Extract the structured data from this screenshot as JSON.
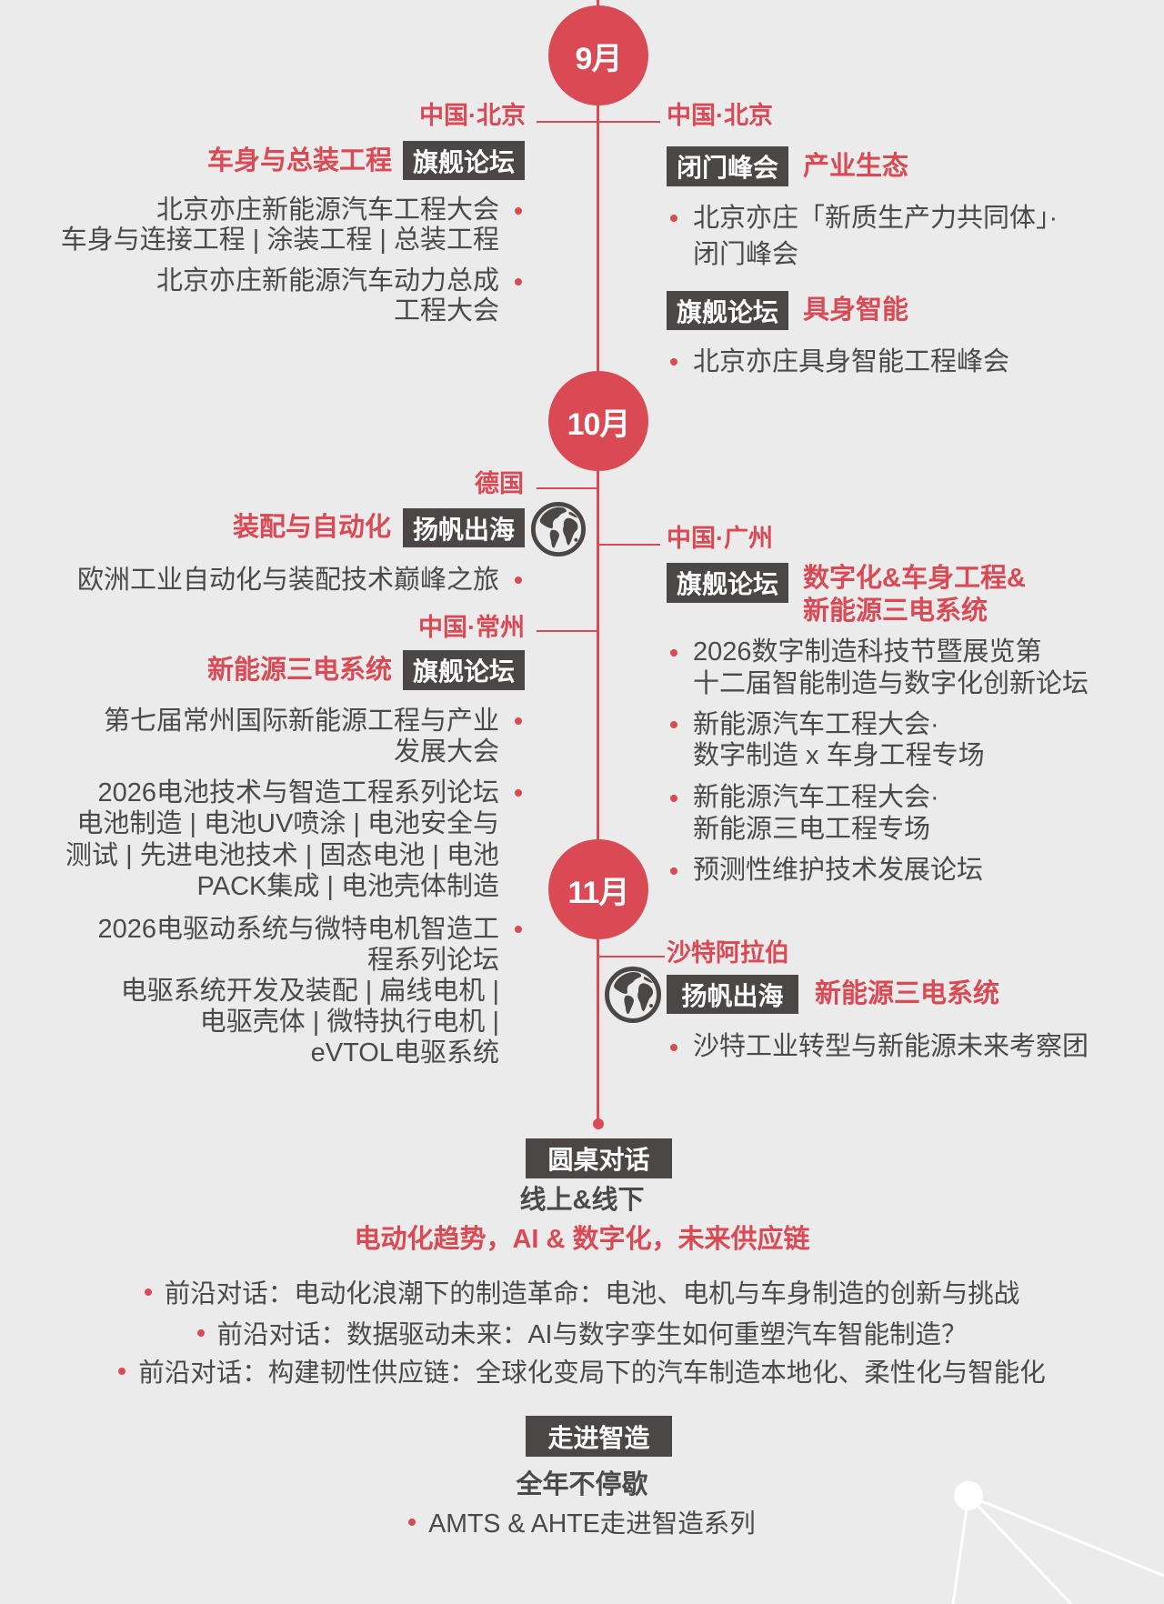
{
  "theme": {
    "accent": "#d94a55",
    "badge_bg": "#4a4746",
    "text": "#4a4a4a",
    "background": "#ebebeb"
  },
  "timeline": {
    "months": [
      "9月",
      "10月",
      "11月"
    ],
    "september": {
      "left": {
        "location": "中国·北京",
        "topic": "车身与总装工程",
        "badge": "旗舰论坛",
        "items": [
          [
            "北京亦庄新能源汽车工程大会",
            "车身与连接工程 | 涂装工程 | 总装工程"
          ],
          [
            "北京亦庄新能源汽车动力总成",
            "工程大会"
          ]
        ]
      },
      "right": {
        "location": "中国·北京",
        "groups": [
          {
            "badge": "闭门峰会",
            "topic": "产业生态",
            "items": [
              [
                "北京亦庄「新质生产力共同体」·",
                "闭门峰会"
              ]
            ]
          },
          {
            "badge": "旗舰论坛",
            "topic": "具身智能",
            "items": [
              [
                "北京亦庄具身智能工程峰会"
              ]
            ]
          }
        ]
      }
    },
    "october": {
      "left": {
        "groups": [
          {
            "location": "德国",
            "topic": "装配与自动化",
            "badge": "扬帆出海",
            "icon": "globe-icon",
            "items": [
              [
                "欧洲工业自动化与装配技术巅峰之旅"
              ]
            ]
          },
          {
            "location": "中国·常州",
            "topic": "新能源三电系统",
            "badge": "旗舰论坛",
            "items": [
              [
                "第七届常州国际新能源工程与产业",
                "发展大会"
              ],
              [
                "2026电池技术与智造工程系列论坛",
                "电池制造 | 电池UV喷涂 | 电池安全与",
                "测试 | 先进电池技术 | 固态电池 | 电池",
                "PACK集成 | 电池壳体制造"
              ],
              [
                "2026电驱动系统与微特电机智造工",
                "程系列论坛",
                "电驱系统开发及装配 | 扁线电机 |",
                "电驱壳体 | 微特执行电机 |",
                "eVTOL电驱系统"
              ]
            ]
          }
        ]
      },
      "right": {
        "location": "中国·广州",
        "badge": "旗舰论坛",
        "topic": [
          "数字化&车身工程&",
          "新能源三电系统"
        ],
        "items": [
          [
            "2026数字制造科技节暨展览第",
            "十二届智能制造与数字化创新论坛"
          ],
          [
            "新能源汽车工程大会·",
            "数字制造 x 车身工程专场"
          ],
          [
            "新能源汽车工程大会·",
            "新能源三电工程专场"
          ],
          [
            "预测性维护技术发展论坛"
          ]
        ]
      }
    },
    "november": {
      "right": {
        "location": "沙特阿拉伯",
        "icon": "globe-icon",
        "badge": "扬帆出海",
        "topic": "新能源三电系统",
        "items": [
          [
            "沙特工业转型与新能源未来考察团"
          ]
        ]
      }
    }
  },
  "roundtable": {
    "badge": "圆桌对话",
    "format": "线上&线下",
    "theme": "电动化趋势，AI & 数字化，未来供应链",
    "items": [
      "前沿对话：电动化浪潮下的制造革命：电池、电机与车身制造的创新与挑战",
      "前沿对话：数据驱动未来：AI与数字孪生如何重塑汽车智能制造？",
      "前沿对话：构建韧性供应链：全球化变局下的汽车制造本地化、柔性化与智能化"
    ]
  },
  "factory_visits": {
    "badge": "走进智造",
    "schedule": "全年不停歇",
    "items": [
      "AMTS & AHTE走进智造系列"
    ]
  }
}
